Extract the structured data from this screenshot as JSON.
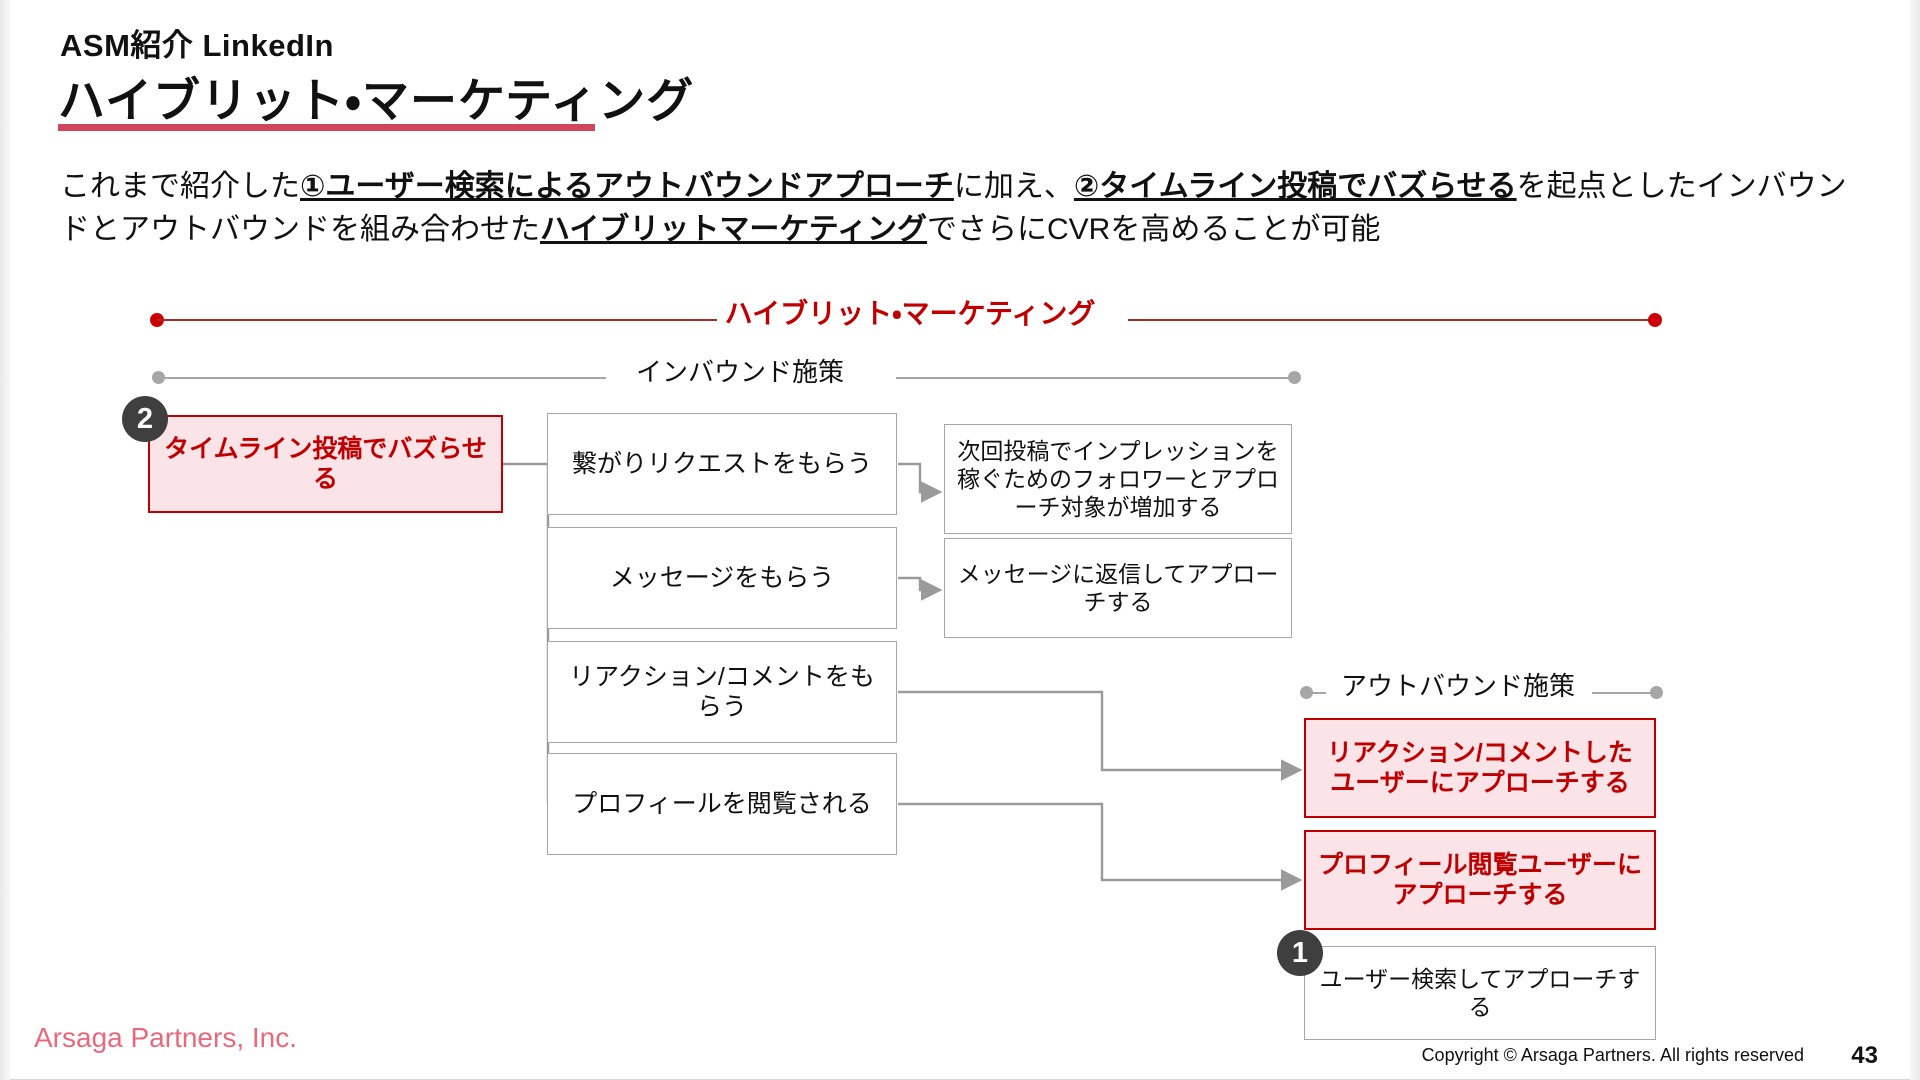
{
  "header": {
    "eyebrow": "ASM紹介 LinkedIn",
    "title": "ハイブリット・マーケティング",
    "rule_color": "#d1465b"
  },
  "lead": {
    "seg1": "これまで紹介した",
    "seg2_bold_underline": "①ユーザー検索によるアウトバウンドアプローチ",
    "seg3": "に加え、",
    "seg4_bold_underline": "②タイムライン投稿でバズらせる",
    "seg5": "を起点としたインバウンドとアウトバウンドを組み合わせた",
    "seg6_bold_underline": "ハイブリットマーケティング",
    "seg7": "でさらにCVRを高めることが可能"
  },
  "brackets": {
    "hybrid": {
      "label": "ハイブリット・マーケティング",
      "color": "#c00000"
    },
    "inbound": {
      "label": "インバウンド施策",
      "color": "#111111"
    },
    "outbound": {
      "label": "アウトバウンド施策",
      "color": "#111111"
    }
  },
  "badges": {
    "two": "2",
    "one": "1"
  },
  "nodes": {
    "trigger": "タイムライン投稿でバズらせる",
    "inbound_col1": [
      "繋がりリクエストをもらう",
      "メッセージをもらう",
      "リアクション/コメントをもらう",
      "プロフィールを閲覧される"
    ],
    "inbound_col2": [
      "次回投稿でインプレッションを稼ぐためのフォロワーとアプローチ対象が増加する",
      "メッセージに返信してアプローチする"
    ],
    "outbound": [
      "リアクション/コメントしたユーザーにアプローチする",
      "プロフィール閲覧ユーザーにアプローチする",
      "ユーザー検索してアプローチする"
    ]
  },
  "footer": {
    "brand": "Arsaga Partners, Inc.",
    "copyright": "Copyright © Arsaga Partners. All rights reserved",
    "page": "43"
  },
  "colors": {
    "accent_red": "#c00000",
    "accent_fill": "#fbe4e7",
    "rule_pink": "#d1465b",
    "line_grey": "#a6a6a6",
    "brand_pink": "#e8697c"
  }
}
